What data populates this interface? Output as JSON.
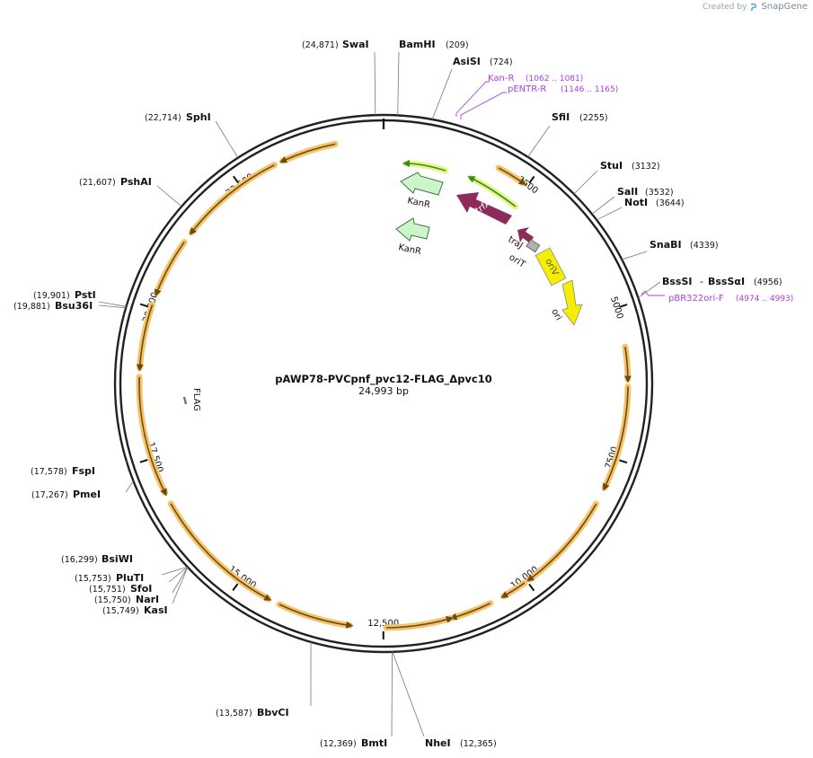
{
  "credit": {
    "created_by": "Created by",
    "brand": "SnapGene"
  },
  "plasmid": {
    "name": "pAWP78-PVCpnf_pvc12-FLAG_Δpvc10",
    "size": "24,993 bp"
  },
  "ticks": [
    "2500",
    "5000",
    "7500",
    "10,000",
    "12,500",
    "15,000",
    "17,500",
    "20,000",
    "22,500"
  ],
  "enzymes": [
    {
      "name": "SwaI",
      "pos": "(24,871)"
    },
    {
      "name": "BamHI",
      "pos": "(209)"
    },
    {
      "name": "AsiSI",
      "pos": "(724)"
    },
    {
      "name": "SfiI",
      "pos": "(2255)"
    },
    {
      "name": "StuI",
      "pos": "(3132)"
    },
    {
      "name": "SalI",
      "pos": "(3532)"
    },
    {
      "name": "NotI",
      "pos": "(3644)"
    },
    {
      "name": "SnaBI",
      "pos": "(4339)"
    },
    {
      "name": "BssSI",
      "name2": "BssSαI",
      "sep": "-",
      "pos": "(4956)"
    },
    {
      "name": "NheI",
      "pos": "(12,365)"
    },
    {
      "name": "BmtI",
      "pos": "(12,369)"
    },
    {
      "name": "BbvCI",
      "pos": "(13,587)"
    },
    {
      "name": "KasI",
      "pos": "(15,749)"
    },
    {
      "name": "NarI",
      "pos": "(15,750)"
    },
    {
      "name": "SfoI",
      "pos": "(15,751)"
    },
    {
      "name": "PluTI",
      "pos": "(15,753)"
    },
    {
      "name": "BsiWI",
      "pos": "(16,299)"
    },
    {
      "name": "PmeI",
      "pos": "(17,267)"
    },
    {
      "name": "FspI",
      "pos": "(17,578)"
    },
    {
      "name": "Bsu36I",
      "pos": "(19,881)"
    },
    {
      "name": "PstI",
      "pos": "(19,901)"
    },
    {
      "name": "PshAI",
      "pos": "(21,607)"
    },
    {
      "name": "SphI",
      "pos": "(22,714)"
    }
  ],
  "primers": [
    {
      "name": "Kan-R",
      "pos": "(1062 .. 1081)"
    },
    {
      "name": "pENTR-R",
      "pos": "(1146 .. 1165)"
    },
    {
      "name": "pBR322ori-F",
      "pos": "(4974 .. 4993)"
    }
  ],
  "features": {
    "trfA": "trfA",
    "traJ": "traJ",
    "oriT": "oriT",
    "oriV": "oriV",
    "ori": "ori",
    "kanR1": "KanR",
    "kanR2": "KanR",
    "flag": "FLAG"
  },
  "colors": {
    "backbone": "#222222",
    "orf_fill": "#f5c46a",
    "orf_line": "#6b4a12",
    "kanR": "#ccf5cc",
    "kanR_stroke": "#3b7a3b",
    "kan_orf": "#3b8a1e",
    "trfA": "#8e2b5a",
    "oriV": "#f6ee00",
    "ori": "#f6ee00",
    "primer": "#b040d8"
  }
}
